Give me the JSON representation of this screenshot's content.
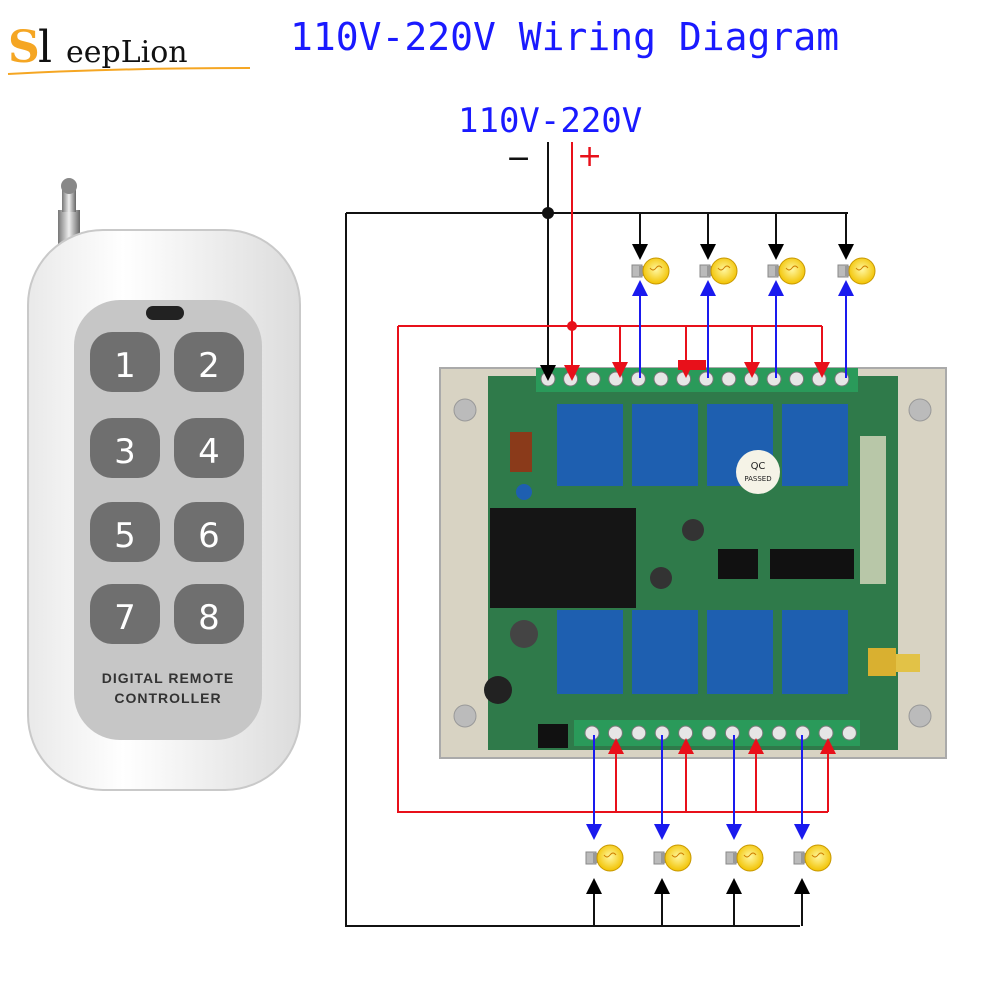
{
  "brand": {
    "logo_first": "S",
    "logo_second": "l",
    "logo_rest": "eepLion"
  },
  "title": "110V-220V Wiring Diagram",
  "supply": {
    "label": "110V-220V",
    "minus": "−",
    "plus": "+"
  },
  "remote": {
    "keys": [
      "1",
      "2",
      "3",
      "4",
      "5",
      "6",
      "7",
      "8"
    ],
    "caption_line1": "DIGITAL REMOTE",
    "caption_line2": "CONTROLLER"
  },
  "board": {
    "qc_line1": "QC",
    "qc_line2": "PASSED"
  },
  "colors": {
    "neutral": "#000000",
    "live": "#e8101a",
    "load": "#1a1aee",
    "bulb": "#f5d020"
  }
}
